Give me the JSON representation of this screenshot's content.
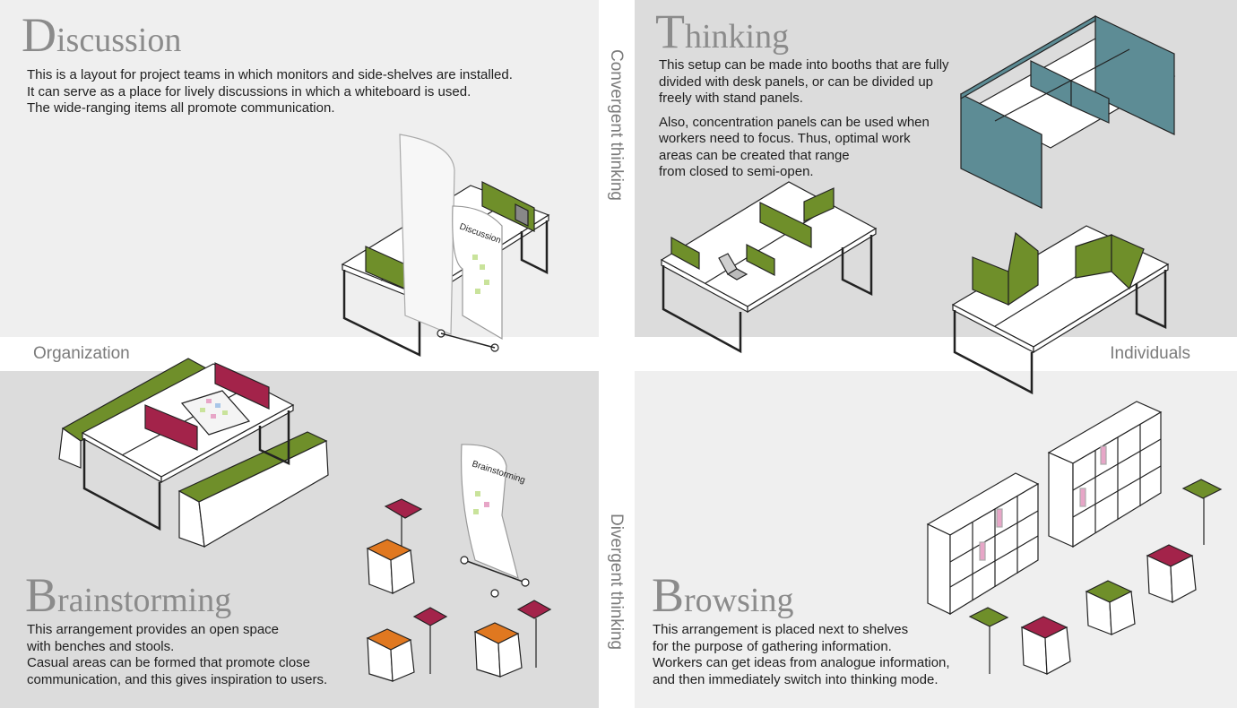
{
  "axes": {
    "left": "Organization",
    "right": "Individuals",
    "top": "Convergent thinking",
    "bottom": "Divergent thinking"
  },
  "quadrants": {
    "discussion": {
      "title_initial": "D",
      "title_rest": "iscussion",
      "lines": [
        "This is a layout for project teams in which monitors and side-shelves are installed.",
        "It can serve as a place for lively discussions in which a whiteboard is used.",
        "The wide-ranging items all promote communication."
      ],
      "whiteboard_label": "Discussion"
    },
    "thinking": {
      "title_initial": "T",
      "title_rest": "hinking",
      "para1": [
        "This setup can be made into booths that are fully",
        "divided with desk panels, or can be divided up",
        "freely with stand panels."
      ],
      "para2": [
        "Also, concentration panels can be used when",
        "workers need to focus. Thus, optimal work",
        "areas can be created that range",
        "from closed to semi-open."
      ]
    },
    "brainstorming": {
      "title_initial": "B",
      "title_rest": "rainstorming",
      "lines": [
        "This arrangement provides an open space",
        "with benches and stools.",
        "Casual areas can be formed that promote close",
        "communication, and this gives inspiration to users."
      ],
      "whiteboard_label": "Brainstorming"
    },
    "browsing": {
      "title_initial": "B",
      "title_rest": "rowsing",
      "lines": [
        "This arrangement is placed next to shelves",
        "for the purpose of gathering information.",
        "Workers can get ideas from analogue information,",
        "and then immediately switch into thinking mode."
      ]
    }
  },
  "colors": {
    "panel_green": "#6f8f2a",
    "panel_teal": "#5d8c95",
    "crimson": "#a3234a",
    "orange": "#e07820",
    "quad_light": "#efefef",
    "quad_dark": "#dcdcdc",
    "axis_text": "#7b7b7b",
    "title_text": "#8b8b8b"
  }
}
